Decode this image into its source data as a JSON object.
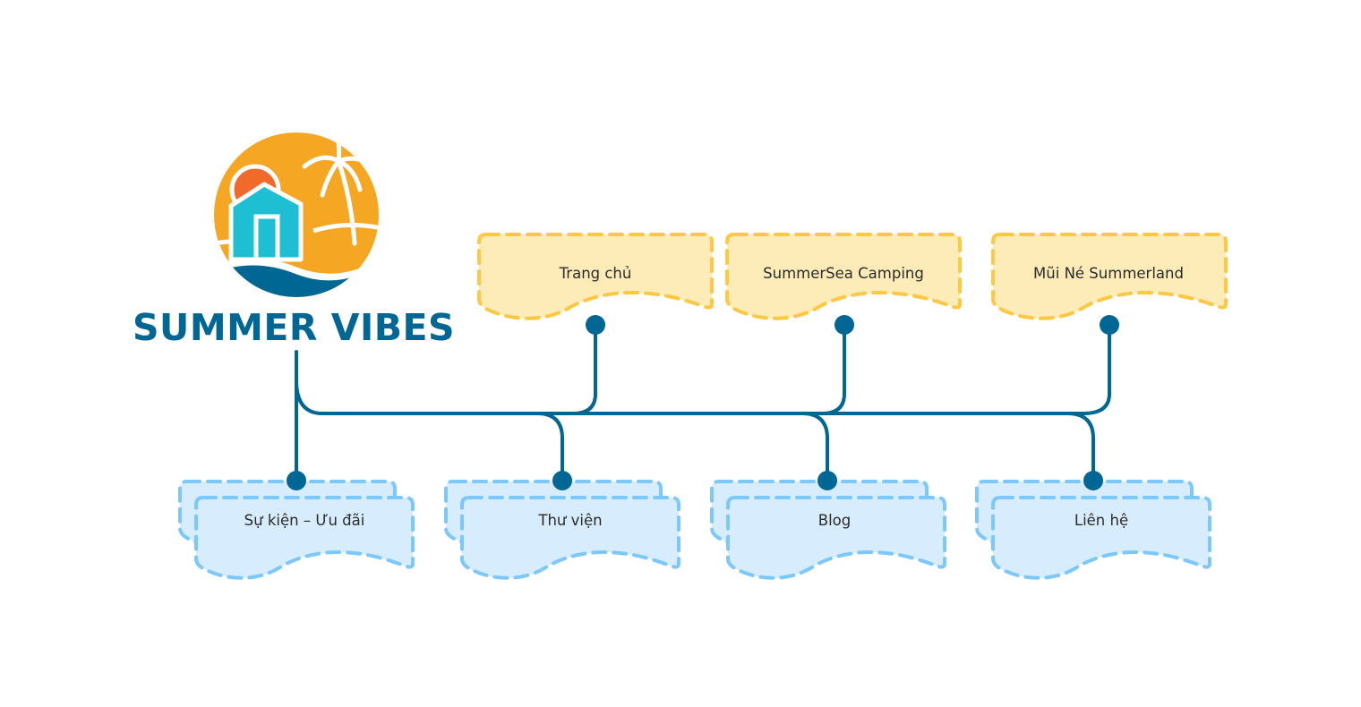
{
  "brand": {
    "name": "SUMMER VIBES",
    "colors": {
      "primary": "#006694",
      "orange": "#F5A623",
      "sun": "#F26A2B",
      "house": "#1FBFD3",
      "wave": "#006694"
    }
  },
  "top_nodes": [
    {
      "label": "Trang chủ"
    },
    {
      "label": "SummerSea Camping"
    },
    {
      "label": "Mũi Né Summerland"
    }
  ],
  "bottom_nodes": [
    {
      "label": "Sự kiện – Ưu đãi"
    },
    {
      "label": "Thư viện"
    },
    {
      "label": "Blog"
    },
    {
      "label": "Liên hệ"
    }
  ],
  "style": {
    "connector_color": "#006694",
    "top_fill": "#FDEBB8",
    "top_stroke": "#FFC843",
    "bottom_fill": "#D7ECFC",
    "bottom_stroke": "#7CC8FA"
  }
}
